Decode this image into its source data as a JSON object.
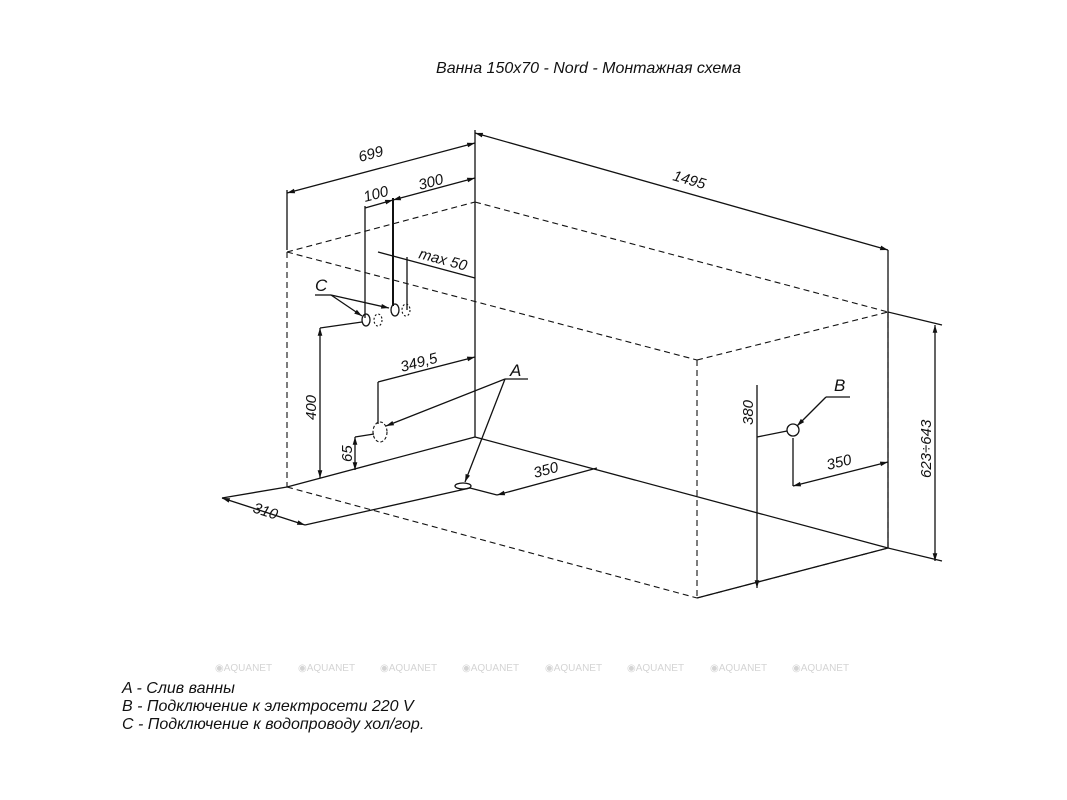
{
  "title": "Ванна 150x70 - Nord - Монтажная схема",
  "dimensions": {
    "d699": "699",
    "d300": "300",
    "d100": "100",
    "max50": "max 50",
    "d1495": "1495",
    "d400": "400",
    "d349_5": "349,5",
    "d65": "65",
    "d350_floor": "350",
    "d310": "310",
    "d380": "380",
    "d350_side": "350",
    "d623_643": "623÷643"
  },
  "markers": {
    "a": "A",
    "b": "B",
    "c": "C"
  },
  "watermark": "AQUANET",
  "legend": [
    "A - Слив ванны",
    "B - Подключение к электросети 220 V",
    "C - Подключение к водопроводу хол/гор."
  ]
}
